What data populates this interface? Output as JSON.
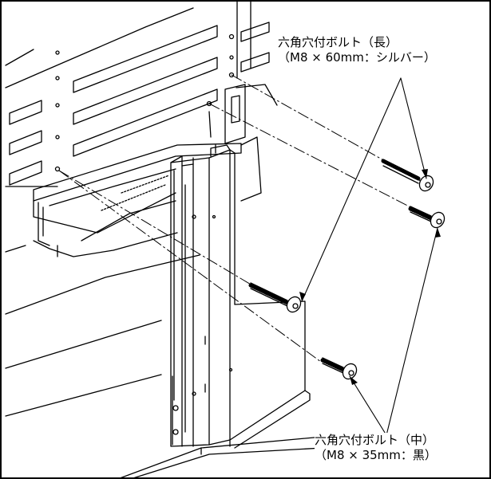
{
  "labels": {
    "long_bolt": {
      "name": "六角穴付ボルト（長）",
      "spec": "（M8 × 60mm：シルバー）"
    },
    "middle_bolt": {
      "name": "六角穴付ボルト（中）",
      "spec": "（M8 × 35mm：黒）"
    }
  },
  "colors": {
    "line": "#000000",
    "background": "#ffffff"
  }
}
